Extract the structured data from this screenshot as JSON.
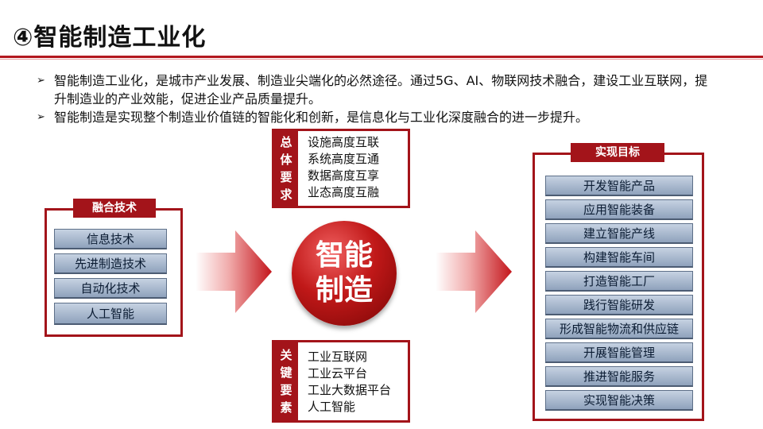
{
  "title": "④智能制造工业化",
  "bullets": [
    "智能制造工业化，是城市产业发展、制造业尖端化的必然途径。通过5G、AI、物联网技术融合，建设工业互联网，提升制造业的产业效能，促进企业产品质量提升。",
    "智能制造是实现整个制造业价值链的智能化和创新，是信息化与工业化深度融合的进一步提升。"
  ],
  "fusion": {
    "title": "融合技术",
    "items": [
      "信息技术",
      "先进制造技术",
      "自动化技术",
      "人工智能"
    ]
  },
  "overall": {
    "label": [
      "总",
      "体",
      "要",
      "求"
    ],
    "items": [
      "设施高度互联",
      "系统高度互通",
      "数据高度互享",
      "业态高度互融"
    ]
  },
  "key": {
    "label": [
      "关",
      "键",
      "要",
      "素"
    ],
    "items": [
      "工业互联网",
      "工业云平台",
      "工业大数据平台",
      "人工智能"
    ]
  },
  "center": [
    "智能",
    "制造"
  ],
  "goals": {
    "title": "实现目标",
    "items": [
      "开发智能产品",
      "应用智能装备",
      "建立智能产线",
      "构建智能车间",
      "打造智能工厂",
      "践行智能研发",
      "形成智能物流和供应链",
      "开展智能管理",
      "推进智能服务",
      "实现智能决策"
    ]
  },
  "colors": {
    "accent": "#a3141a",
    "button": "#a9b8cc"
  }
}
